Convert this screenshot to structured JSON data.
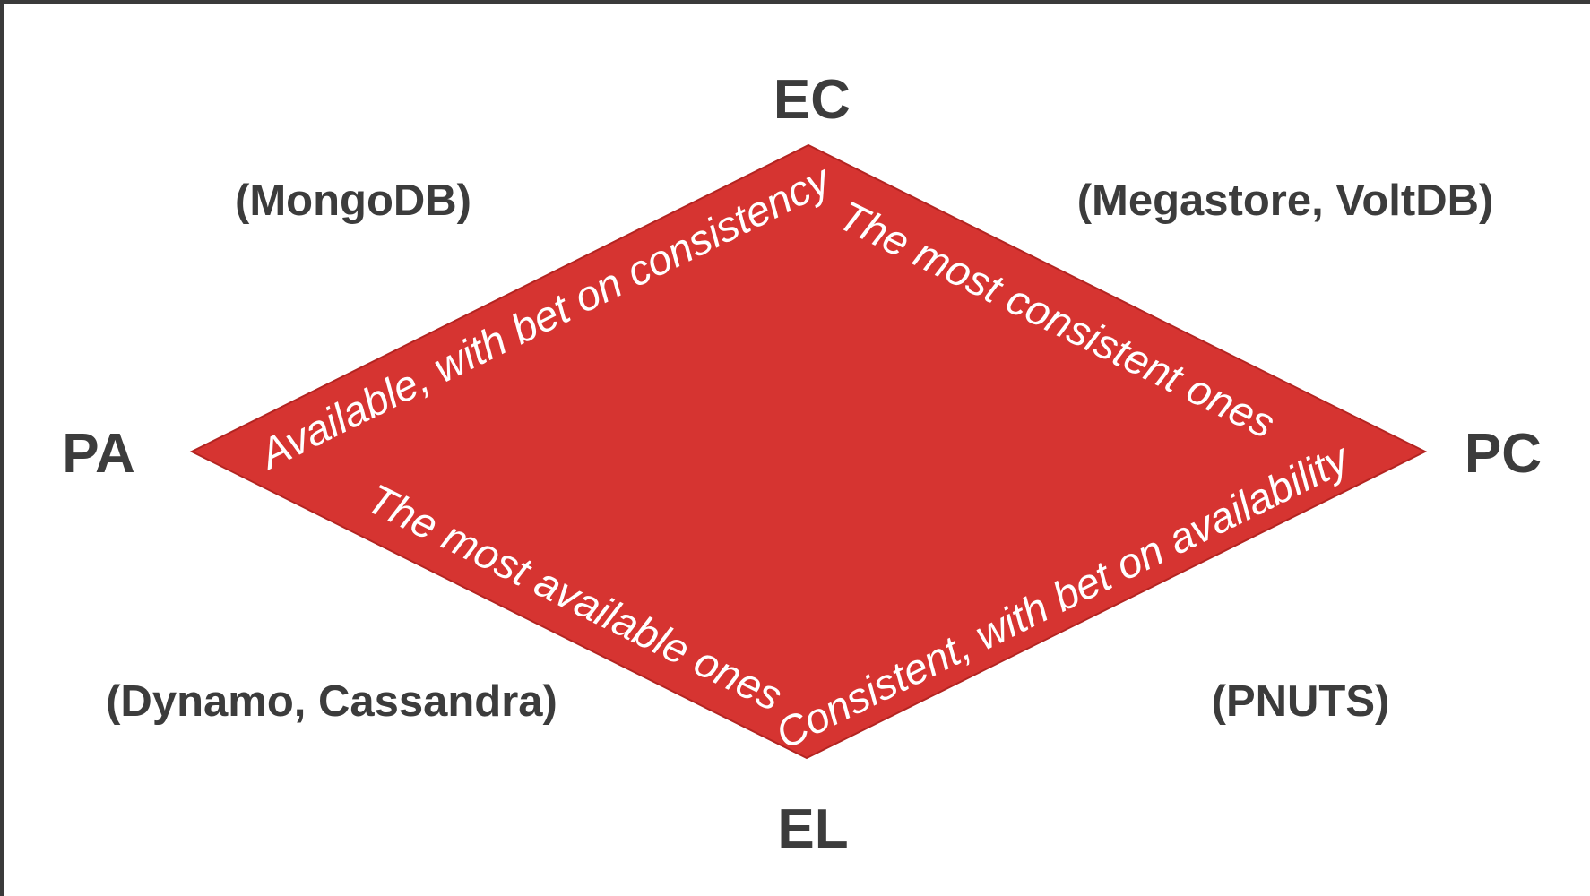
{
  "colors": {
    "diamond_fill": "#d63431",
    "diamond_stroke": "#b32421",
    "label_text": "#3c3c3c",
    "edge_text": "#ffffff",
    "window_border": "#3a3a3a",
    "background": "#ffffff"
  },
  "corners": {
    "top": "EC",
    "left": "PA",
    "right": "PC",
    "bottom": "EL"
  },
  "examples": {
    "top_left": "(MongoDB)",
    "top_right": "(Megastore, VoltDB)",
    "bottom_left": "(Dynamo, Cassandra)",
    "bottom_right": "(PNUTS)"
  },
  "edges": {
    "top_left": "Available, with bet on consistency",
    "top_right": "The most consistent ones",
    "bottom_left": "The most available ones",
    "bottom_right": "Consistent, with bet on availability"
  }
}
